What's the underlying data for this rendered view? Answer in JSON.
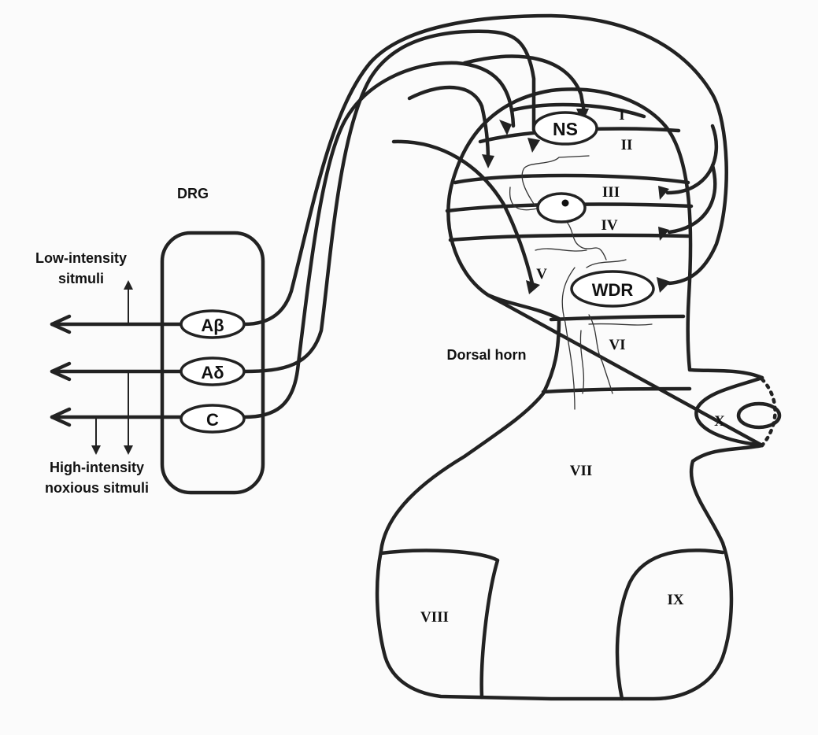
{
  "labels": {
    "drg": "DRG",
    "low_intensity": [
      "Low-intensity",
      "sitmuli"
    ],
    "high_intensity": [
      "High-intensity",
      "noxious sitmuli"
    ],
    "dorsal_horn": "Dorsal horn"
  },
  "fibers": [
    "Aβ",
    "Aδ",
    "C"
  ],
  "neurons": {
    "ns": "NS",
    "wdr": "WDR"
  },
  "laminae": [
    "I",
    "II",
    "III",
    "IV",
    "V",
    "VI",
    "VII",
    "VIII",
    "IX",
    "X"
  ]
}
